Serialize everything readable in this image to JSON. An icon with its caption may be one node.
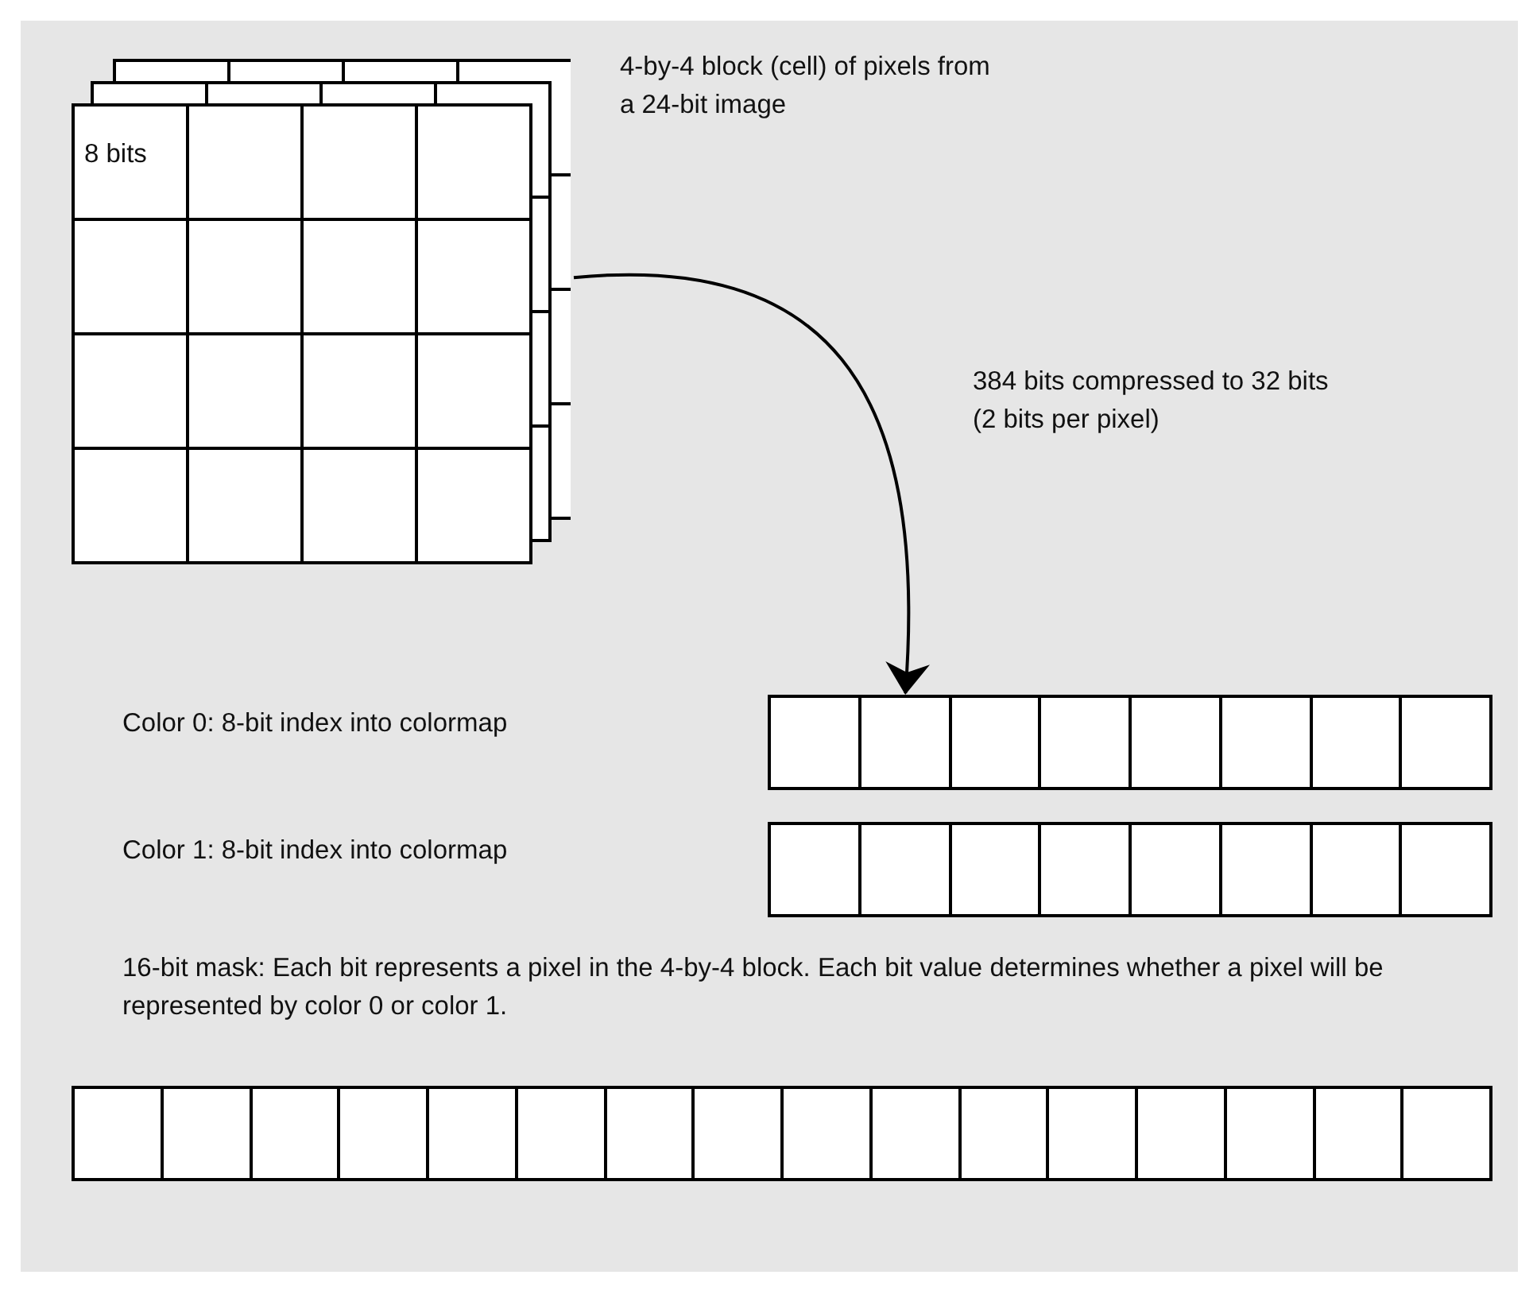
{
  "diagram": {
    "nodes": [
      {
        "text": [
          "8 bits"
        ],
        "beside": [
          "4-by-4 block (cell) of pixels from a 24-bit image"
        ]
      },
      {
        "text": [],
        "shape": "bar"
      },
      {
        "text": [],
        "shape": "bar"
      },
      {
        "text": [],
        "shape": "bar",
        "beside": [
          "16-bit mask: Each bit represents a pixel in the 4-by-4 block. Each bit value determines whether a pixel will be represented by color 0 or color 1."
        ]
      }
    ],
    "edges": [
      {
        "from": 0,
        "to": 1,
        "arrow": "to",
        "label": "384 bits compressed to 32 bits (2 bits per pixel)"
      }
    ],
    "labels": [
      "Color 0: 8-bit index into colormap",
      "Color 1: 8-bit index into colormap"
    ]
  }
}
